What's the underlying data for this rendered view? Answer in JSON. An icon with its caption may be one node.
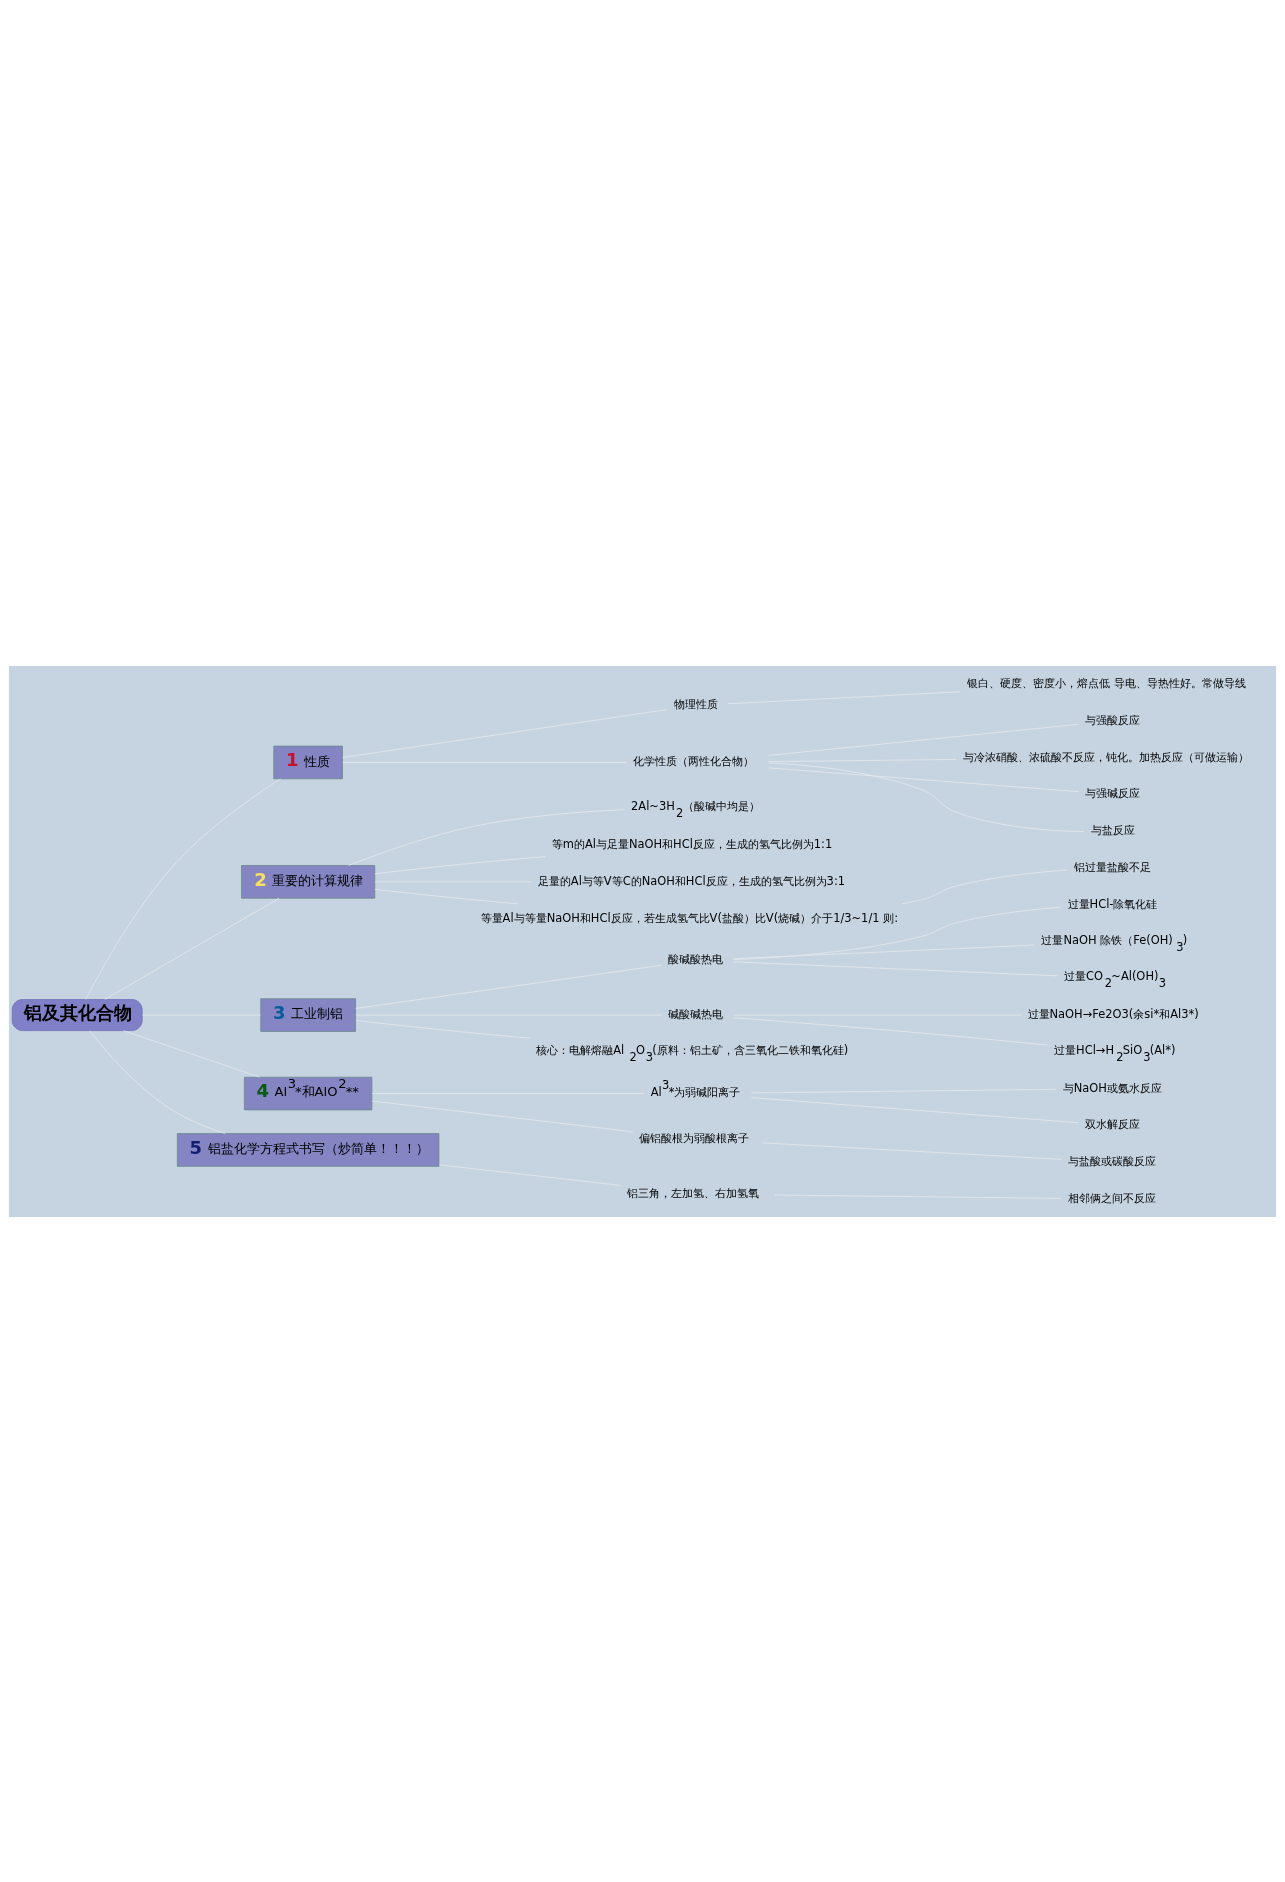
{
  "diagram": {
    "nodes": [
      {
        "text": [
          "铝及其化合物"
        ]
      },
      {
        "text": [
          "1",
          "性质"
        ]
      },
      {
        "text": [
          "物理性质"
        ]
      },
      {
        "text": [
          "银白、硬度、密度小，熔点低 导电、导热性好。常做导线"
        ]
      },
      {
        "text": [
          "化学性质（两性化合物）"
        ]
      },
      {
        "text": [
          "与强酸反应"
        ]
      },
      {
        "text": [
          "与冷浓硝酸、浓硫酸不反应，钝化。加热反应（可做运输）"
        ]
      },
      {
        "text": [
          "与强碱反应"
        ]
      },
      {
        "text": [
          "与盐反应"
        ]
      },
      {
        "text": [
          "2",
          "重要的计算规律"
        ]
      },
      {
        "text": [
          "2Al~3H$_{2}$（酸碱中均是）"
        ]
      },
      {
        "text": [
          "等m的Al与足量NaOH和HCl反应，生成的氢气比例为1:1"
        ]
      },
      {
        "text": [
          "足量的Al与等V等C的NaOH和HCl反应，生成的氢气比例为3:1"
        ]
      },
      {
        "text": [
          "等量Al与等量NaOH和HCl反应，若生成氢气比V(盐酸）比V(烧碱）介于1/3~1/1 则:"
        ]
      },
      {
        "text": [
          "铝过量盐酸不足"
        ]
      },
      {
        "text": [
          "3",
          "工业制铝"
        ]
      },
      {
        "text": [
          "酸碱酸热电"
        ]
      },
      {
        "text": [
          "过量HCl-除氧化硅"
        ]
      },
      {
        "text": [
          "过量NaOH 除铁（Fe(OH)$_{3}$)"
        ]
      },
      {
        "text": [
          "过量CO$_{2}$~Al(OH)$_{3}$"
        ]
      },
      {
        "text": [
          "碱酸碱热电"
        ]
      },
      {
        "text": [
          "过量NaOH→Fe2O3(余si*和Al3*)"
        ]
      },
      {
        "text": [
          "过量HCl→H$_{2}$SiO$_{3}$(Al*)"
        ]
      },
      {
        "text": [
          "核心：电解熔融Al$_{2}$O$_{3}$(原料：铝土矿，含三氧化二铁和氧化硅)"
        ]
      },
      {
        "text": [
          "4",
          "Al$^{3}$*和AlO$^{2}$**"
        ]
      },
      {
        "text": [
          "Al$^{3}$*为弱碱阳离子"
        ]
      },
      {
        "text": [
          "与NaOH或氨水反应"
        ]
      },
      {
        "text": [
          "双水解反应"
        ]
      },
      {
        "text": [
          "偏铝酸根为弱酸根离子"
        ]
      },
      {
        "text": [
          "与盐酸或碳酸反应"
        ]
      },
      {
        "text": [
          "5",
          "铝盐化学方程式书写（炒简单！！！）"
        ]
      },
      {
        "text": [
          "铝三角，左加氢、右加氢氧"
        ]
      },
      {
        "text": [
          "相邻俩之间不反应"
        ]
      }
    ],
    "edges": [
      {
        "from": 0,
        "to": 1,
        "arrow": "none"
      },
      {
        "from": 1,
        "to": 2,
        "arrow": "none"
      },
      {
        "from": 2,
        "to": 3,
        "arrow": "none"
      },
      {
        "from": 1,
        "to": 4,
        "arrow": "none"
      },
      {
        "from": 4,
        "to": 5,
        "arrow": "none"
      },
      {
        "from": 4,
        "to": 6,
        "arrow": "none"
      },
      {
        "from": 4,
        "to": 7,
        "arrow": "none"
      },
      {
        "from": 4,
        "to": 8,
        "arrow": "none"
      },
      {
        "from": 0,
        "to": 9,
        "arrow": "none"
      },
      {
        "from": 9,
        "to": 10,
        "arrow": "none"
      },
      {
        "from": 9,
        "to": 11,
        "arrow": "none"
      },
      {
        "from": 9,
        "to": 12,
        "arrow": "none"
      },
      {
        "from": 9,
        "to": 13,
        "arrow": "none"
      },
      {
        "from": 13,
        "to": 14,
        "arrow": "none"
      },
      {
        "from": 0,
        "to": 15,
        "arrow": "none"
      },
      {
        "from": 15,
        "to": 16,
        "arrow": "none"
      },
      {
        "from": 16,
        "to": 17,
        "arrow": "none"
      },
      {
        "from": 16,
        "to": 18,
        "arrow": "none"
      },
      {
        "from": 16,
        "to": 19,
        "arrow": "none"
      },
      {
        "from": 15,
        "to": 20,
        "arrow": "none"
      },
      {
        "from": 20,
        "to": 21,
        "arrow": "none"
      },
      {
        "from": 20,
        "to": 22,
        "arrow": "none"
      },
      {
        "from": 15,
        "to": 23,
        "arrow": "none"
      },
      {
        "from": 0,
        "to": 24,
        "arrow": "none"
      },
      {
        "from": 24,
        "to": 25,
        "arrow": "none"
      },
      {
        "from": 25,
        "to": 26,
        "arrow": "none"
      },
      {
        "from": 25,
        "to": 27,
        "arrow": "none"
      },
      {
        "from": 24,
        "to": 28,
        "arrow": "none"
      },
      {
        "from": 28,
        "to": 29,
        "arrow": "none"
      },
      {
        "from": 0,
        "to": 30,
        "arrow": "none"
      },
      {
        "from": 30,
        "to": 31,
        "arrow": "none"
      },
      {
        "from": 31,
        "to": 32,
        "arrow": "none"
      }
    ]
  }
}
